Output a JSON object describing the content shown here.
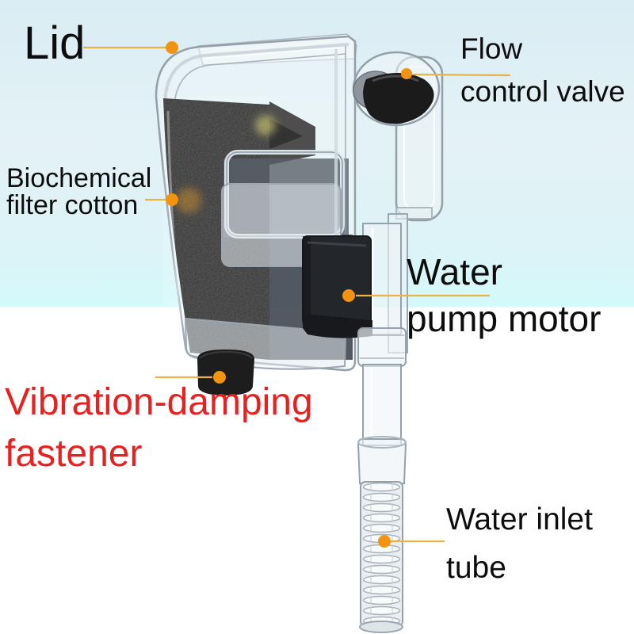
{
  "background": {
    "sky_top": "#d9edf4",
    "sky_mid": "#e4f2f6",
    "sky_cyan_band": "#d4f9fa",
    "lower": "#ffffff"
  },
  "palette": {
    "leader_line": "#e9b348",
    "leader_dot": "#f2940f",
    "label_text": "#0d0d0d",
    "red_label_text": "#e8201f",
    "sponge": "#262626",
    "motor": "#23262a",
    "valve_knob": "#1b1b1b",
    "clear_plastic_edge": "#93a0aa"
  },
  "labels": {
    "lid": {
      "text": "Lid"
    },
    "flow_control_valve": {
      "line1": "Flow",
      "line2": "control valve"
    },
    "biochemical_filter_cotton": {
      "line1": "Biochemical",
      "line2": "filter cotton"
    },
    "water_pump_motor": {
      "line1": "Water",
      "line2": "pump motor"
    },
    "vibration_damping_fastener": {
      "line1": "Vibration-damping",
      "line2": "fastener"
    },
    "water_inlet_tube": {
      "line1": "Water inlet",
      "line2": "tube"
    }
  }
}
